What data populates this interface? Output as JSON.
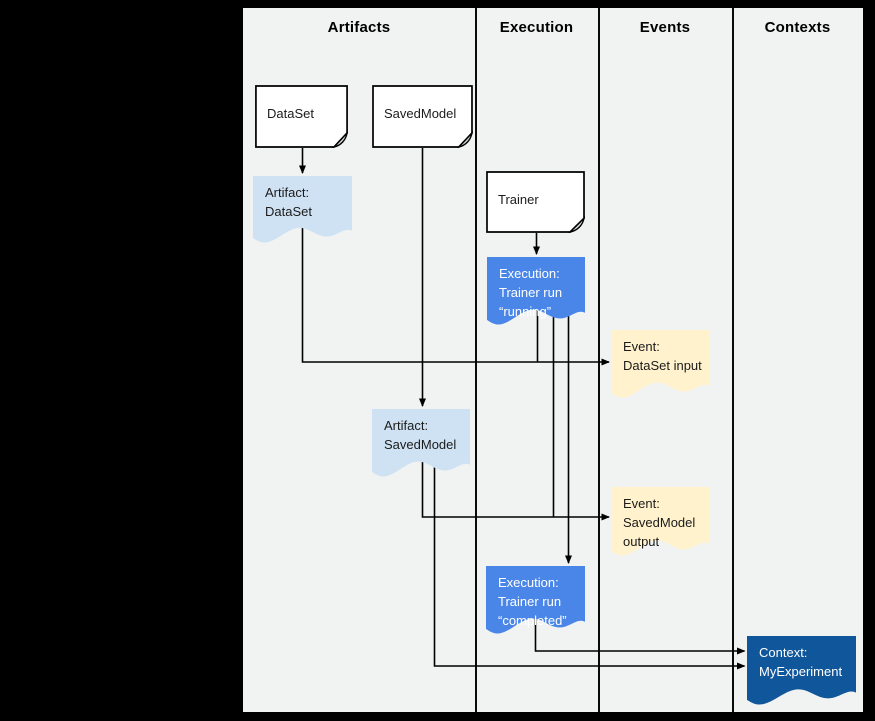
{
  "header": {
    "columns": [
      "Artifacts",
      "Execution",
      "Events",
      "Contexts"
    ]
  },
  "nodes": {
    "dataset_box": {
      "label": "DataSet"
    },
    "savedmodel_box": {
      "label": "SavedModel"
    },
    "trainer_box": {
      "label": "Trainer"
    },
    "artifact_dataset": {
      "line1": "Artifact:",
      "line2": "DataSet"
    },
    "execution_running": {
      "line1": "Execution:",
      "line2": "Trainer run",
      "line3": "“running”"
    },
    "event_dataset_input": {
      "line1": "Event:",
      "line2": "DataSet input"
    },
    "artifact_savedmodel": {
      "line1": "Artifact:",
      "line2": "SavedModel"
    },
    "event_savedmodel_output": {
      "line1": "Event:",
      "line2": "SavedModel",
      "line3": "output"
    },
    "execution_completed": {
      "line1": "Execution:",
      "line2": "Trainer run",
      "line3": "“completed”"
    },
    "context_myexperiment": {
      "line1": "Context:",
      "line2": "MyExperiment"
    }
  },
  "colors": {
    "canvas_background": "#f1f2f2",
    "page_background": "#000000",
    "artifact_fill": "#cfe2f3",
    "execution_fill": "#4a86e8",
    "event_fill": "#fff2cc",
    "context_fill": "#10569b",
    "line_color": "#000000"
  }
}
